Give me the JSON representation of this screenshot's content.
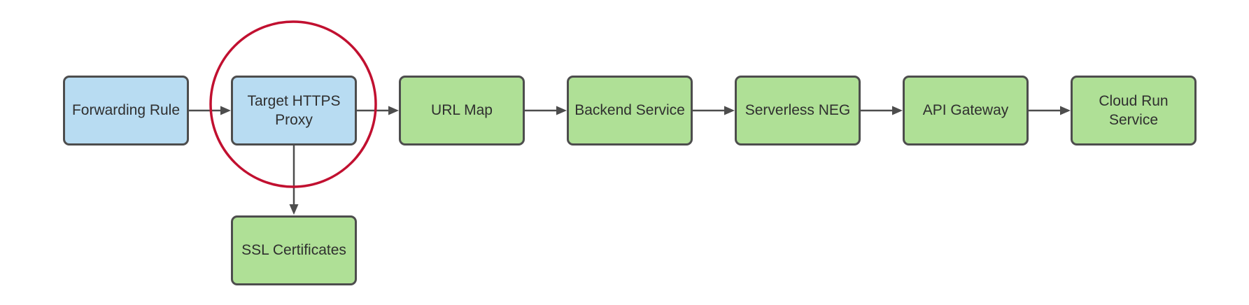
{
  "colors": {
    "background": "#ffffff",
    "node_blue_fill": "#b8dcf2",
    "node_green_fill": "#afe096",
    "node_border": "#4d4d4d",
    "arrow": "#4d4d4d",
    "highlight_circle": "#c11030",
    "label_text": "#2f2f2f"
  },
  "nodes": [
    {
      "id": "forwarding-rule",
      "label": "Forwarding Rule",
      "fill": "blue"
    },
    {
      "id": "target-https-proxy",
      "label": "Target HTTPS Proxy",
      "fill": "blue",
      "highlighted": true
    },
    {
      "id": "url-map",
      "label": "URL Map",
      "fill": "green"
    },
    {
      "id": "backend-service",
      "label": "Backend Service",
      "fill": "green"
    },
    {
      "id": "serverless-neg",
      "label": "Serverless NEG",
      "fill": "green"
    },
    {
      "id": "api-gateway",
      "label": "API Gateway",
      "fill": "green"
    },
    {
      "id": "cloud-run-service",
      "label": "Cloud Run Service",
      "fill": "green"
    },
    {
      "id": "ssl-certificates",
      "label": "SSL Certificates",
      "fill": "green"
    }
  ],
  "connections": [
    {
      "from": "forwarding-rule",
      "to": "target-https-proxy",
      "direction": "right"
    },
    {
      "from": "target-https-proxy",
      "to": "url-map",
      "direction": "right"
    },
    {
      "from": "url-map",
      "to": "backend-service",
      "direction": "right"
    },
    {
      "from": "backend-service",
      "to": "serverless-neg",
      "direction": "right"
    },
    {
      "from": "serverless-neg",
      "to": "api-gateway",
      "direction": "right"
    },
    {
      "from": "api-gateway",
      "to": "cloud-run-service",
      "direction": "right"
    },
    {
      "from": "target-https-proxy",
      "to": "ssl-certificates",
      "direction": "down"
    }
  ],
  "highlight": {
    "shape": "circle",
    "around": "target-https-proxy"
  }
}
